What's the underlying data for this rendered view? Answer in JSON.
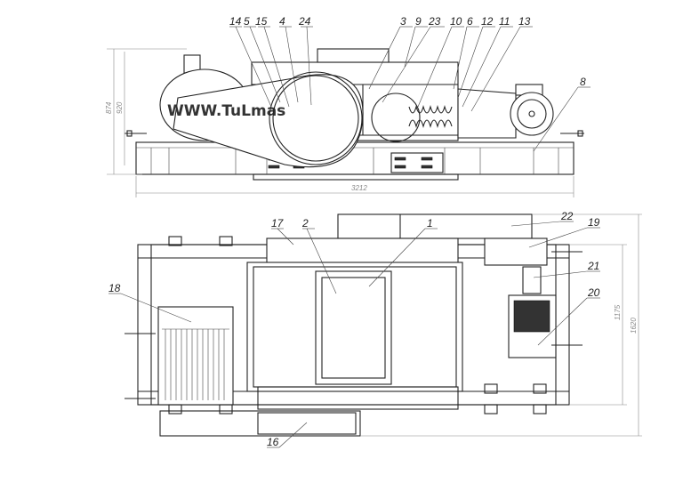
{
  "drawing": {
    "watermark_text": "WWW.TuLmas",
    "side_view": {
      "callouts": [
        "14",
        "5",
        "15",
        "4",
        "24",
        "3",
        "9",
        "23",
        "10",
        "6",
        "12",
        "11",
        "13",
        "8"
      ],
      "dimensions": {
        "height_overall": "874",
        "height_frame": "920",
        "length": "3212"
      }
    },
    "top_view": {
      "callouts": [
        "17",
        "2",
        "1",
        "22",
        "19",
        "21",
        "20",
        "18",
        "16"
      ],
      "dimensions": {
        "width_frame": "1175",
        "width_overall": "1620"
      }
    }
  }
}
